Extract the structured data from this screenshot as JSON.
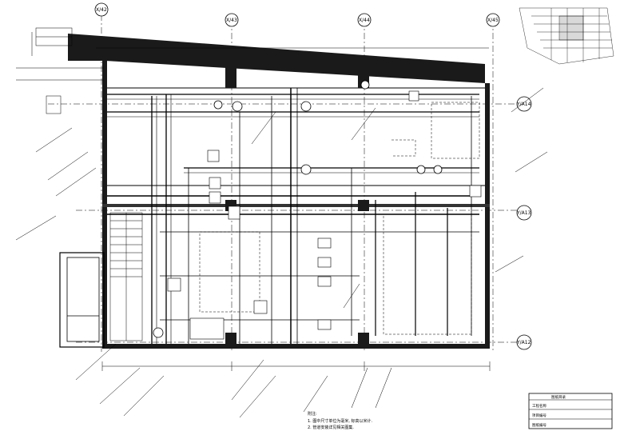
{
  "drawing": {
    "kind": "HVAC / plumbing basement floor plan (CAD line drawing)",
    "grid_axes_top": [
      "X/42",
      "X/43",
      "X/44",
      "X/45"
    ],
    "grid_axes_right": [
      "Y/A14",
      "Y/A13",
      "Y/A12"
    ]
  },
  "notes": {
    "heading": "附注:",
    "lines": [
      "1. 图中尺寸单位为毫米, 标高以米计.",
      "2. 管道安装详见相关图集."
    ]
  },
  "title_block": {
    "title": "图纸目录",
    "rows": [
      "工程名称",
      "项目编号",
      "图纸编号"
    ]
  },
  "colors": {
    "ink": "#000000",
    "background": "#ffffff",
    "wall_fill": "#1a1a1a"
  }
}
